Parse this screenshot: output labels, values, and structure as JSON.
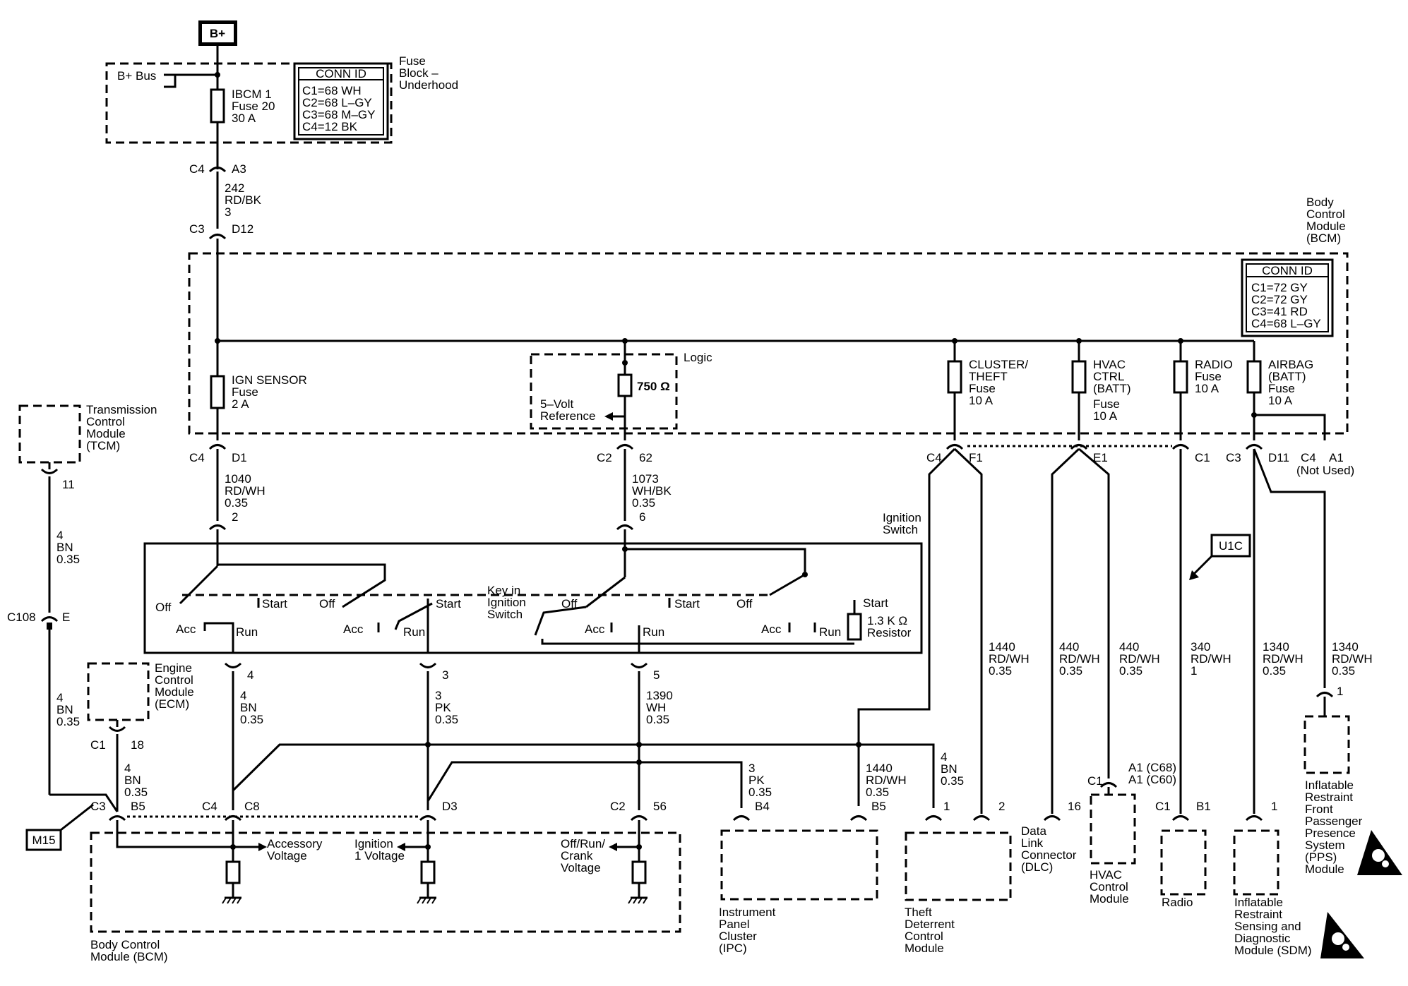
{
  "power": {
    "bplus": "B+"
  },
  "fuse_block": {
    "title": [
      "Fuse",
      "Block –",
      "Underhood"
    ],
    "bus_label": "B+ Bus",
    "fuse_lines": [
      "IBCM 1",
      "Fuse 20",
      "30 A"
    ],
    "conn_title": "CONN ID",
    "conn_lines": [
      "C1=68 WH",
      "C2=68 L–GY",
      "C3=68 M–GY",
      "C4=12 BK"
    ]
  },
  "feed": {
    "c4": "C4",
    "a3": "A3",
    "wire": [
      "242",
      "RD/BK",
      "3"
    ],
    "c3": "C3",
    "d12": "D12"
  },
  "bcm": {
    "title": [
      "Body",
      "Control",
      "Module",
      "(BCM)"
    ],
    "conn_title": "CONN ID",
    "conn_lines": [
      "C1=72 GY",
      "C2=72 GY",
      "C3=41 RD",
      "C4=68 L–GY"
    ],
    "logic": "Logic",
    "resistor": "750 Ω",
    "ref": [
      "5–Volt",
      "Reference"
    ],
    "ign_fuse": [
      "IGN SENSOR",
      "Fuse",
      "2 A"
    ],
    "cluster_fuse": [
      "CLUSTER/",
      "THEFT",
      "Fuse",
      "10 A"
    ],
    "hvac_fuse": [
      "HVAC",
      "CTRL",
      "(BATT)",
      "Fuse",
      "10 A"
    ],
    "radio_fuse": [
      "RADIO",
      "Fuse",
      "10 A"
    ],
    "airbag_fuse": [
      "AIRBAG",
      "(BATT)",
      "Fuse",
      "10 A"
    ]
  },
  "pins": {
    "c4_d1": [
      "C4",
      "D1"
    ],
    "c2_62": [
      "C2",
      "62"
    ],
    "c4_f1": [
      "C4",
      "F1"
    ],
    "e1": "E1",
    "c1": "C1",
    "c3_d11": [
      "C3",
      "D11"
    ],
    "c4_a1": [
      "C4",
      "A1"
    ],
    "not_used": "(Not Used)"
  },
  "wires": {
    "w1040": [
      "1040",
      "RD/WH",
      "0.35",
      "2"
    ],
    "w1073": [
      "1073",
      "WH/BK",
      "0.35",
      "6"
    ],
    "tcm_wire": [
      "4",
      "BN",
      "0.35"
    ],
    "tcm_wire2": [
      "4",
      "BN",
      "0.35"
    ],
    "ecm_wire": [
      "4",
      "BN",
      "0.35"
    ],
    "w_bn": [
      "4",
      "BN",
      "0.35"
    ],
    "w_pk": [
      "3",
      "PK",
      "0.35"
    ],
    "w_wh": [
      "1390",
      "WH",
      "0.35"
    ],
    "w_pk2": [
      "3",
      "PK",
      "0.35"
    ],
    "w1440a": [
      "1440",
      "RD/WH",
      "0.35"
    ],
    "w_bn2": [
      "4",
      "BN",
      "0.35"
    ],
    "w1440b": [
      "1440",
      "RD/WH",
      "0.35"
    ],
    "w440a": [
      "440",
      "RD/WH",
      "0.35"
    ],
    "w440b": [
      "440",
      "RD/WH",
      "0.35"
    ],
    "w340": [
      "340",
      "RD/WH",
      "1"
    ],
    "w1340a": [
      "1340",
      "RD/WH",
      "0.35"
    ],
    "w1340b": [
      "1340",
      "RD/WH",
      "0.35"
    ]
  },
  "tcm": {
    "title": [
      "Transmission",
      "Control",
      "Module",
      "(TCM)"
    ],
    "pin": "11",
    "c108": "C108",
    "e": "E"
  },
  "ecm": {
    "title": [
      "Engine",
      "Control",
      "Module",
      "(ECM)"
    ],
    "c1": "C1",
    "pin": "18"
  },
  "switch": {
    "title": [
      "Ignition",
      "Switch"
    ],
    "labels": {
      "off1": "Off",
      "start1": "Start",
      "off2": "Off",
      "acc1": "Acc",
      "run1": "Run",
      "acc2": "Acc",
      "run2": "Run",
      "start2": "Start",
      "key": [
        "Key in",
        "Ignition",
        "Switch"
      ],
      "off3": "Off",
      "start3": "Start",
      "off4": "Off",
      "acc3": "Acc",
      "run3": "Run",
      "acc4": "Acc",
      "run4": "Run",
      "start4": "Start",
      "res": [
        "1.3 K Ω",
        "Resistor"
      ]
    },
    "pins": {
      "p4": "4",
      "p3": "3",
      "p5": "5"
    }
  },
  "bottom": {
    "m15": "M15",
    "c3": "C3",
    "b5": "B5",
    "c4": "C4",
    "c8": "C8",
    "d3": "D3",
    "c2": "C2",
    "p56": "56",
    "acc_v": [
      "Accessory",
      "Voltage"
    ],
    "ign_v": [
      "Ignition",
      "1 Voltage"
    ],
    "orc_v": [
      "Off/Run/",
      "Crank",
      "Voltage"
    ],
    "bcm_title": [
      "Body Control",
      "Module (BCM)"
    ],
    "b4": "B4",
    "b5b": "B5",
    "ipc": [
      "Instrument",
      "Panel",
      "Cluster",
      "(IPC)"
    ],
    "tdm_pins": [
      "1",
      "2"
    ],
    "tdm": [
      "Theft",
      "Deterrent",
      "Control",
      "Module"
    ],
    "dlc_pin": "16",
    "dlc": [
      "Data",
      "Link",
      "Connector",
      "(DLC)"
    ],
    "hvac_c1": "C1",
    "hvac_a1": [
      "A1 (C68)",
      "A1 (C60)"
    ],
    "hvac": [
      "HVAC",
      "Control",
      "Module"
    ],
    "radio_c1": "C1",
    "radio_b1": "B1",
    "radio": "Radio",
    "sdm_pin": "1",
    "sdm": [
      "Inflatable",
      "Restraint",
      "Sensing and",
      "Diagnostic",
      "Module (SDM)"
    ],
    "ppps_pin": "1",
    "ppps": [
      "Inflatable",
      "Restraint",
      "Front",
      "Passenger",
      "Presence",
      "System",
      "(PPS)",
      "Module"
    ],
    "u1c": "U1C"
  }
}
